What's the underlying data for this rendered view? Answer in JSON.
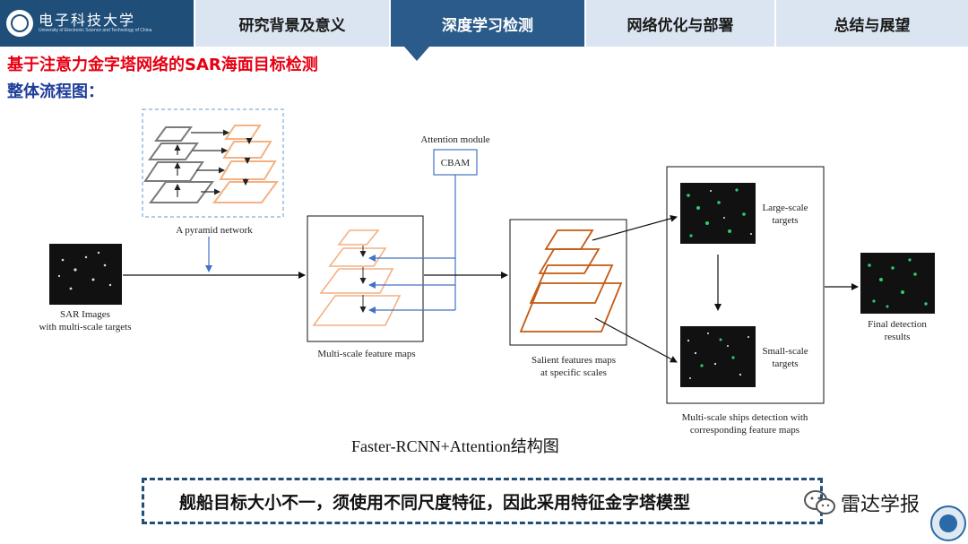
{
  "logo": {
    "name": "电子科技大学",
    "subtitle": "University of Electronic Science and Technology of China"
  },
  "tabs": [
    {
      "label": "研究背景及意义",
      "active": false
    },
    {
      "label": "深度学习检测",
      "active": true
    },
    {
      "label": "网络优化与部署",
      "active": false
    },
    {
      "label": "总结与展望",
      "active": false
    }
  ],
  "heading": "基于注意力金字塔网络的SAR海面目标检测",
  "subheading": "整体流程图：",
  "diagram": {
    "attention_label": "Attention module",
    "cbam_label": "CBAM",
    "pyramid_label": "A pyramid network",
    "sar_label_1": "SAR Images",
    "sar_label_2": "with multi-scale targets",
    "ms_feature_label": "Multi-scale feature maps",
    "salient_label_1": "Salient  features maps",
    "salient_label_2": "at specific scales",
    "large_label_1": "Large-scale",
    "large_label_2": "targets",
    "small_label_1": "Small-scale",
    "small_label_2": "targets",
    "detect_label_1": "Multi-scale ships detection with",
    "detect_label_2": "corresponding feature maps",
    "final_label_1": "Final detection",
    "final_label_2": "results",
    "colors": {
      "gray": "#7a7a7a",
      "orange": "#f4b183",
      "dark_orange": "#c55a11",
      "blue": "#4472c4",
      "green": "#2ecc71"
    }
  },
  "caption": "Faster-RCNN+Attention结构图",
  "note": "舰船目标大小不一，须使用不同尺度特征，因此采用特征金字塔模型",
  "watermark": "雷达学报"
}
